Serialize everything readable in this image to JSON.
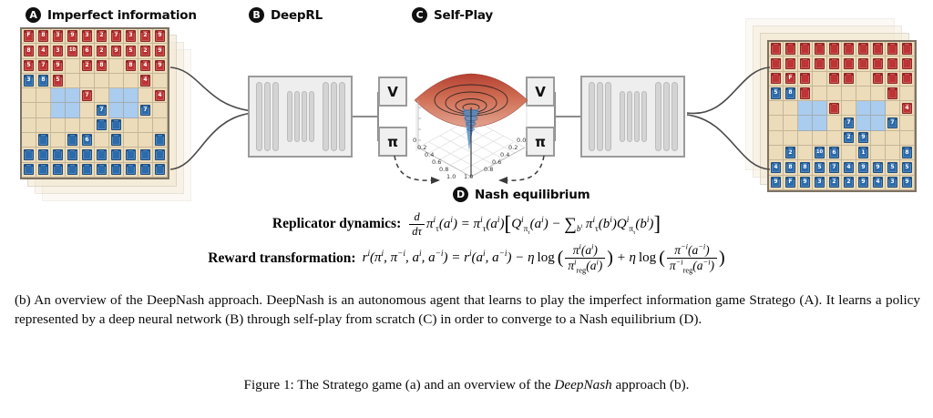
{
  "sections": [
    {
      "badge": "A",
      "label": "Imperfect information"
    },
    {
      "badge": "B",
      "label": "DeepRL"
    },
    {
      "badge": "C",
      "label": "Self-Play"
    },
    {
      "badge": "D",
      "label": "Nash equilibrium"
    }
  ],
  "network": {
    "value_head_label": "V",
    "policy_head_label": "π"
  },
  "plot": {
    "x_ticks": [
      "0",
      "0.2",
      "0.4",
      "0.6",
      "0.8",
      "1.0"
    ],
    "y_ticks": [
      "0.0",
      "0.2",
      "0.4",
      "0.6",
      "0.8",
      "1.0"
    ],
    "surface_color": "#c0392b",
    "basin_color": "#4a7fc1"
  },
  "equations": {
    "replicator_label": "Replicator dynamics:",
    "reward_label": "Reward transformation:",
    "replicator_plain": "d/dτ πᵢτ(aⁱ) = πⁱτ(aⁱ)[Qⁱπτ(aⁱ) − ∑_bⁱ πⁱτ(bⁱ)Qⁱπτ(bⁱ)]",
    "reward_plain": "rⁱ(πⁱ,π⁻ⁱ,aⁱ,a⁻ⁱ) = rⁱ(aⁱ,a⁻ⁱ) − η log(πⁱ(aⁱ)/πⁱreg(aⁱ)) + η log(π⁻ⁱ(a⁻ⁱ)/π⁻ⁱreg(a⁻ⁱ))"
  },
  "caption": {
    "body": "(b) An overview of the DeepNash approach. DeepNash is an autonomous agent that learns to play the imperfect information game Stratego (A). It learns a policy represented by a deep neural network (B) through self-play from scratch (C) in order to converge to a Nash equilibrium (D).",
    "figure_prefix": "Figure 1: The Stratego game (a) and an overview of the ",
    "figure_italic": "DeepNash",
    "figure_suffix": " approach (b)."
  },
  "board_left": {
    "lakes": [
      [
        4,
        2
      ],
      [
        4,
        3
      ],
      [
        5,
        2
      ],
      [
        5,
        3
      ],
      [
        4,
        6
      ],
      [
        4,
        7
      ],
      [
        5,
        6
      ],
      [
        5,
        7
      ]
    ],
    "pieces": [
      {
        "r": 0,
        "c": 0,
        "side": "red",
        "v": "F"
      },
      {
        "r": 0,
        "c": 1,
        "side": "red",
        "v": "8"
      },
      {
        "r": 0,
        "c": 2,
        "side": "red",
        "v": "3"
      },
      {
        "r": 0,
        "c": 3,
        "side": "red",
        "v": "9"
      },
      {
        "r": 0,
        "c": 4,
        "side": "red",
        "v": "3"
      },
      {
        "r": 0,
        "c": 5,
        "side": "red",
        "v": "2"
      },
      {
        "r": 0,
        "c": 6,
        "side": "red",
        "v": "7"
      },
      {
        "r": 0,
        "c": 7,
        "side": "red",
        "v": "3"
      },
      {
        "r": 0,
        "c": 8,
        "side": "red",
        "v": "2"
      },
      {
        "r": 0,
        "c": 9,
        "side": "red",
        "v": "9"
      },
      {
        "r": 1,
        "c": 0,
        "side": "red",
        "v": "8"
      },
      {
        "r": 1,
        "c": 1,
        "side": "red",
        "v": "4"
      },
      {
        "r": 1,
        "c": 2,
        "side": "red",
        "v": "3"
      },
      {
        "r": 1,
        "c": 3,
        "side": "red",
        "v": "10"
      },
      {
        "r": 1,
        "c": 4,
        "side": "red",
        "v": "6"
      },
      {
        "r": 1,
        "c": 5,
        "side": "red",
        "v": "2"
      },
      {
        "r": 1,
        "c": 6,
        "side": "red",
        "v": "9"
      },
      {
        "r": 1,
        "c": 7,
        "side": "red",
        "v": "5"
      },
      {
        "r": 1,
        "c": 8,
        "side": "red",
        "v": "2"
      },
      {
        "r": 1,
        "c": 9,
        "side": "red",
        "v": "9"
      },
      {
        "r": 2,
        "c": 0,
        "side": "red",
        "v": "5"
      },
      {
        "r": 2,
        "c": 1,
        "side": "red",
        "v": "7"
      },
      {
        "r": 2,
        "c": 2,
        "side": "red",
        "v": "9"
      },
      {
        "r": 2,
        "c": 4,
        "side": "red",
        "v": "2"
      },
      {
        "r": 2,
        "c": 5,
        "side": "red",
        "v": "8"
      },
      {
        "r": 2,
        "c": 7,
        "side": "red",
        "v": "8"
      },
      {
        "r": 2,
        "c": 8,
        "side": "red",
        "v": "4"
      },
      {
        "r": 2,
        "c": 9,
        "side": "red",
        "v": "9"
      },
      {
        "r": 3,
        "c": 0,
        "side": "blue",
        "v": "3"
      },
      {
        "r": 3,
        "c": 1,
        "side": "blue",
        "v": "8"
      },
      {
        "r": 3,
        "c": 2,
        "side": "red",
        "v": "5"
      },
      {
        "r": 3,
        "c": 8,
        "side": "red",
        "v": "4"
      },
      {
        "r": 4,
        "c": 4,
        "side": "red",
        "v": "7"
      },
      {
        "r": 4,
        "c": 9,
        "side": "red",
        "v": "4"
      },
      {
        "r": 5,
        "c": 5,
        "side": "blue",
        "v": "7"
      },
      {
        "r": 5,
        "c": 8,
        "side": "blue",
        "v": "7"
      },
      {
        "r": 6,
        "c": 5,
        "side": "blue",
        "v": ""
      },
      {
        "r": 6,
        "c": 6,
        "side": "blue",
        "v": ""
      },
      {
        "r": 7,
        "c": 1,
        "side": "blue",
        "v": ""
      },
      {
        "r": 7,
        "c": 3,
        "side": "blue",
        "v": ""
      },
      {
        "r": 7,
        "c": 4,
        "side": "blue",
        "v": "6"
      },
      {
        "r": 7,
        "c": 6,
        "side": "blue",
        "v": ""
      },
      {
        "r": 7,
        "c": 9,
        "side": "blue",
        "v": ""
      },
      {
        "r": 8,
        "c": 0,
        "side": "blue",
        "v": ""
      },
      {
        "r": 8,
        "c": 1,
        "side": "blue",
        "v": ""
      },
      {
        "r": 8,
        "c": 2,
        "side": "blue",
        "v": ""
      },
      {
        "r": 8,
        "c": 3,
        "side": "blue",
        "v": ""
      },
      {
        "r": 8,
        "c": 4,
        "side": "blue",
        "v": ""
      },
      {
        "r": 8,
        "c": 5,
        "side": "blue",
        "v": ""
      },
      {
        "r": 8,
        "c": 6,
        "side": "blue",
        "v": ""
      },
      {
        "r": 8,
        "c": 7,
        "side": "blue",
        "v": ""
      },
      {
        "r": 8,
        "c": 8,
        "side": "blue",
        "v": ""
      },
      {
        "r": 8,
        "c": 9,
        "side": "blue",
        "v": ""
      },
      {
        "r": 9,
        "c": 0,
        "side": "blue",
        "v": ""
      },
      {
        "r": 9,
        "c": 1,
        "side": "blue",
        "v": ""
      },
      {
        "r": 9,
        "c": 2,
        "side": "blue",
        "v": ""
      },
      {
        "r": 9,
        "c": 3,
        "side": "blue",
        "v": ""
      },
      {
        "r": 9,
        "c": 4,
        "side": "blue",
        "v": ""
      },
      {
        "r": 9,
        "c": 5,
        "side": "blue",
        "v": ""
      },
      {
        "r": 9,
        "c": 6,
        "side": "blue",
        "v": ""
      },
      {
        "r": 9,
        "c": 7,
        "side": "blue",
        "v": ""
      },
      {
        "r": 9,
        "c": 8,
        "side": "blue",
        "v": ""
      },
      {
        "r": 9,
        "c": 9,
        "side": "blue",
        "v": ""
      }
    ]
  },
  "board_right": {
    "lakes": [
      [
        4,
        2
      ],
      [
        4,
        3
      ],
      [
        5,
        2
      ],
      [
        5,
        3
      ],
      [
        4,
        6
      ],
      [
        4,
        7
      ],
      [
        5,
        6
      ],
      [
        5,
        7
      ]
    ],
    "pieces": [
      {
        "r": 0,
        "c": 0,
        "side": "red",
        "v": ""
      },
      {
        "r": 0,
        "c": 1,
        "side": "red",
        "v": ""
      },
      {
        "r": 0,
        "c": 2,
        "side": "red",
        "v": ""
      },
      {
        "r": 0,
        "c": 3,
        "side": "red",
        "v": ""
      },
      {
        "r": 0,
        "c": 4,
        "side": "red",
        "v": ""
      },
      {
        "r": 0,
        "c": 5,
        "side": "red",
        "v": ""
      },
      {
        "r": 0,
        "c": 6,
        "side": "red",
        "v": ""
      },
      {
        "r": 0,
        "c": 7,
        "side": "red",
        "v": ""
      },
      {
        "r": 0,
        "c": 8,
        "side": "red",
        "v": ""
      },
      {
        "r": 0,
        "c": 9,
        "side": "red",
        "v": ""
      },
      {
        "r": 1,
        "c": 0,
        "side": "red",
        "v": ""
      },
      {
        "r": 1,
        "c": 1,
        "side": "red",
        "v": ""
      },
      {
        "r": 1,
        "c": 2,
        "side": "red",
        "v": ""
      },
      {
        "r": 1,
        "c": 3,
        "side": "red",
        "v": ""
      },
      {
        "r": 1,
        "c": 4,
        "side": "red",
        "v": ""
      },
      {
        "r": 1,
        "c": 5,
        "side": "red",
        "v": ""
      },
      {
        "r": 1,
        "c": 6,
        "side": "red",
        "v": ""
      },
      {
        "r": 1,
        "c": 7,
        "side": "red",
        "v": ""
      },
      {
        "r": 1,
        "c": 8,
        "side": "red",
        "v": ""
      },
      {
        "r": 1,
        "c": 9,
        "side": "red",
        "v": ""
      },
      {
        "r": 2,
        "c": 0,
        "side": "red",
        "v": ""
      },
      {
        "r": 2,
        "c": 1,
        "side": "red",
        "v": "F"
      },
      {
        "r": 2,
        "c": 2,
        "side": "red",
        "v": ""
      },
      {
        "r": 2,
        "c": 4,
        "side": "red",
        "v": ""
      },
      {
        "r": 2,
        "c": 5,
        "side": "red",
        "v": ""
      },
      {
        "r": 2,
        "c": 7,
        "side": "red",
        "v": ""
      },
      {
        "r": 2,
        "c": 8,
        "side": "red",
        "v": ""
      },
      {
        "r": 2,
        "c": 9,
        "side": "red",
        "v": ""
      },
      {
        "r": 3,
        "c": 0,
        "side": "blue",
        "v": "5"
      },
      {
        "r": 3,
        "c": 1,
        "side": "blue",
        "v": "8"
      },
      {
        "r": 3,
        "c": 2,
        "side": "red",
        "v": ""
      },
      {
        "r": 3,
        "c": 8,
        "side": "red",
        "v": ""
      },
      {
        "r": 4,
        "c": 4,
        "side": "red",
        "v": ""
      },
      {
        "r": 4,
        "c": 9,
        "side": "red",
        "v": "4"
      },
      {
        "r": 5,
        "c": 5,
        "side": "blue",
        "v": "7"
      },
      {
        "r": 5,
        "c": 8,
        "side": "blue",
        "v": "7"
      },
      {
        "r": 6,
        "c": 5,
        "side": "blue",
        "v": "2"
      },
      {
        "r": 6,
        "c": 6,
        "side": "blue",
        "v": "9"
      },
      {
        "r": 7,
        "c": 1,
        "side": "blue",
        "v": "2"
      },
      {
        "r": 7,
        "c": 3,
        "side": "blue",
        "v": "10"
      },
      {
        "r": 7,
        "c": 4,
        "side": "blue",
        "v": "6"
      },
      {
        "r": 7,
        "c": 6,
        "side": "blue",
        "v": "1"
      },
      {
        "r": 7,
        "c": 9,
        "side": "blue",
        "v": "8"
      },
      {
        "r": 8,
        "c": 0,
        "side": "blue",
        "v": "4"
      },
      {
        "r": 8,
        "c": 1,
        "side": "blue",
        "v": "8"
      },
      {
        "r": 8,
        "c": 2,
        "side": "blue",
        "v": "8"
      },
      {
        "r": 8,
        "c": 3,
        "side": "blue",
        "v": "5"
      },
      {
        "r": 8,
        "c": 4,
        "side": "blue",
        "v": "7"
      },
      {
        "r": 8,
        "c": 5,
        "side": "blue",
        "v": "4"
      },
      {
        "r": 8,
        "c": 6,
        "side": "blue",
        "v": "9"
      },
      {
        "r": 8,
        "c": 7,
        "side": "blue",
        "v": "9"
      },
      {
        "r": 8,
        "c": 8,
        "side": "blue",
        "v": "5"
      },
      {
        "r": 8,
        "c": 9,
        "side": "blue",
        "v": "5"
      },
      {
        "r": 9,
        "c": 0,
        "side": "blue",
        "v": "9"
      },
      {
        "r": 9,
        "c": 1,
        "side": "blue",
        "v": "F"
      },
      {
        "r": 9,
        "c": 2,
        "side": "blue",
        "v": "9"
      },
      {
        "r": 9,
        "c": 3,
        "side": "blue",
        "v": "3"
      },
      {
        "r": 9,
        "c": 4,
        "side": "blue",
        "v": "2"
      },
      {
        "r": 9,
        "c": 5,
        "side": "blue",
        "v": "2"
      },
      {
        "r": 9,
        "c": 6,
        "side": "blue",
        "v": "9"
      },
      {
        "r": 9,
        "c": 7,
        "side": "blue",
        "v": "4"
      },
      {
        "r": 9,
        "c": 8,
        "side": "blue",
        "v": "3"
      },
      {
        "r": 9,
        "c": 9,
        "side": "blue",
        "v": "9"
      }
    ]
  }
}
